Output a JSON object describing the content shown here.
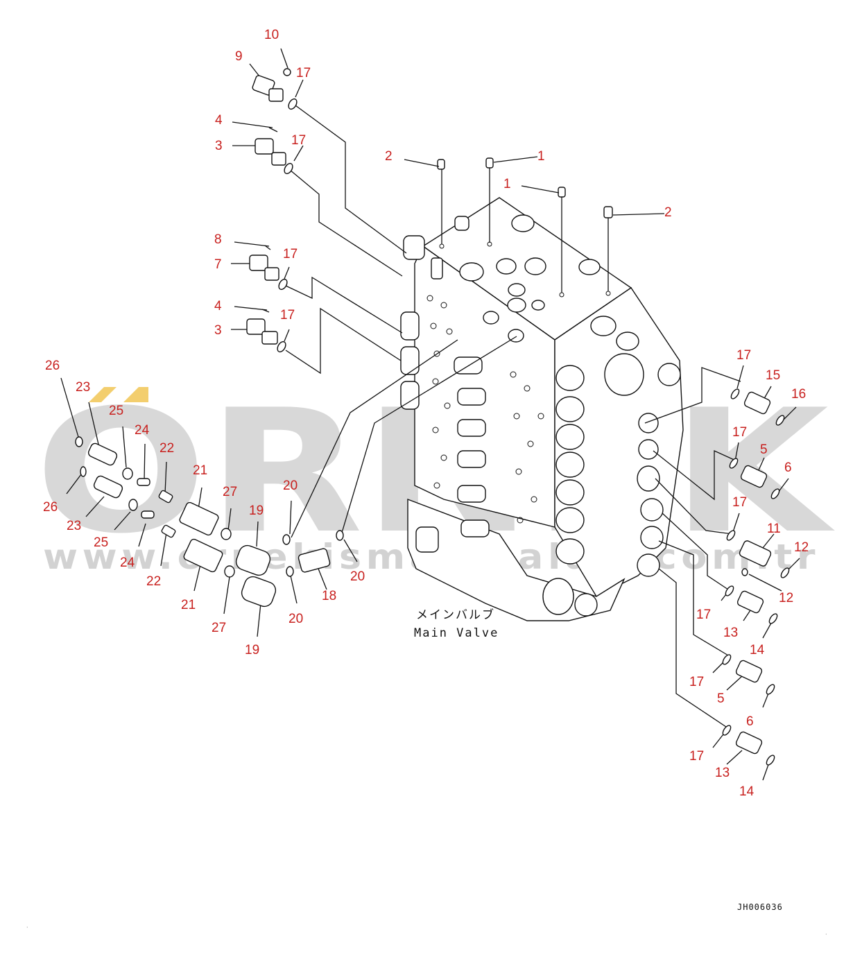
{
  "watermark": {
    "brand": "ORNEK",
    "url": "www.ornekismakinalari.com.tr",
    "accent_color": "#f0c24a"
  },
  "caption": {
    "japanese": "メインバルブ",
    "english": "Main Valve"
  },
  "drawing_code": "JH006036",
  "callouts": {
    "c10": "10",
    "c9": "9",
    "c17a": "17",
    "c4a": "4",
    "c3a": "3",
    "c17b": "17",
    "c2a": "2",
    "c1a": "1",
    "c1b": "1",
    "c2b": "2",
    "c8": "8",
    "c17c": "17",
    "c7": "7",
    "c4b": "4",
    "c17d": "17",
    "c3b": "3",
    "c26a": "26",
    "c23a": "23",
    "c25a": "25",
    "c24a": "24",
    "c22a": "22",
    "c26b": "26",
    "c23b": "23",
    "c25b": "25",
    "c24b": "24",
    "c22b": "22",
    "c21a": "21",
    "c27a": "27",
    "c19a": "19",
    "c20a": "20",
    "c18": "18",
    "c20b": "20",
    "c21b": "21",
    "c27b": "27",
    "c20c": "20",
    "c19b": "19",
    "c17e": "17",
    "c15": "15",
    "c16": "16",
    "c17f": "17",
    "c5a": "5",
    "c6a": "6",
    "c17g": "17",
    "c11": "11",
    "c12a": "12",
    "c12b": "12",
    "c17h": "17",
    "c13a": "13",
    "c14a": "14",
    "c17i": "17",
    "c5b": "5",
    "c6b": "6",
    "c17j": "17",
    "c13b": "13",
    "c14b": "14"
  }
}
